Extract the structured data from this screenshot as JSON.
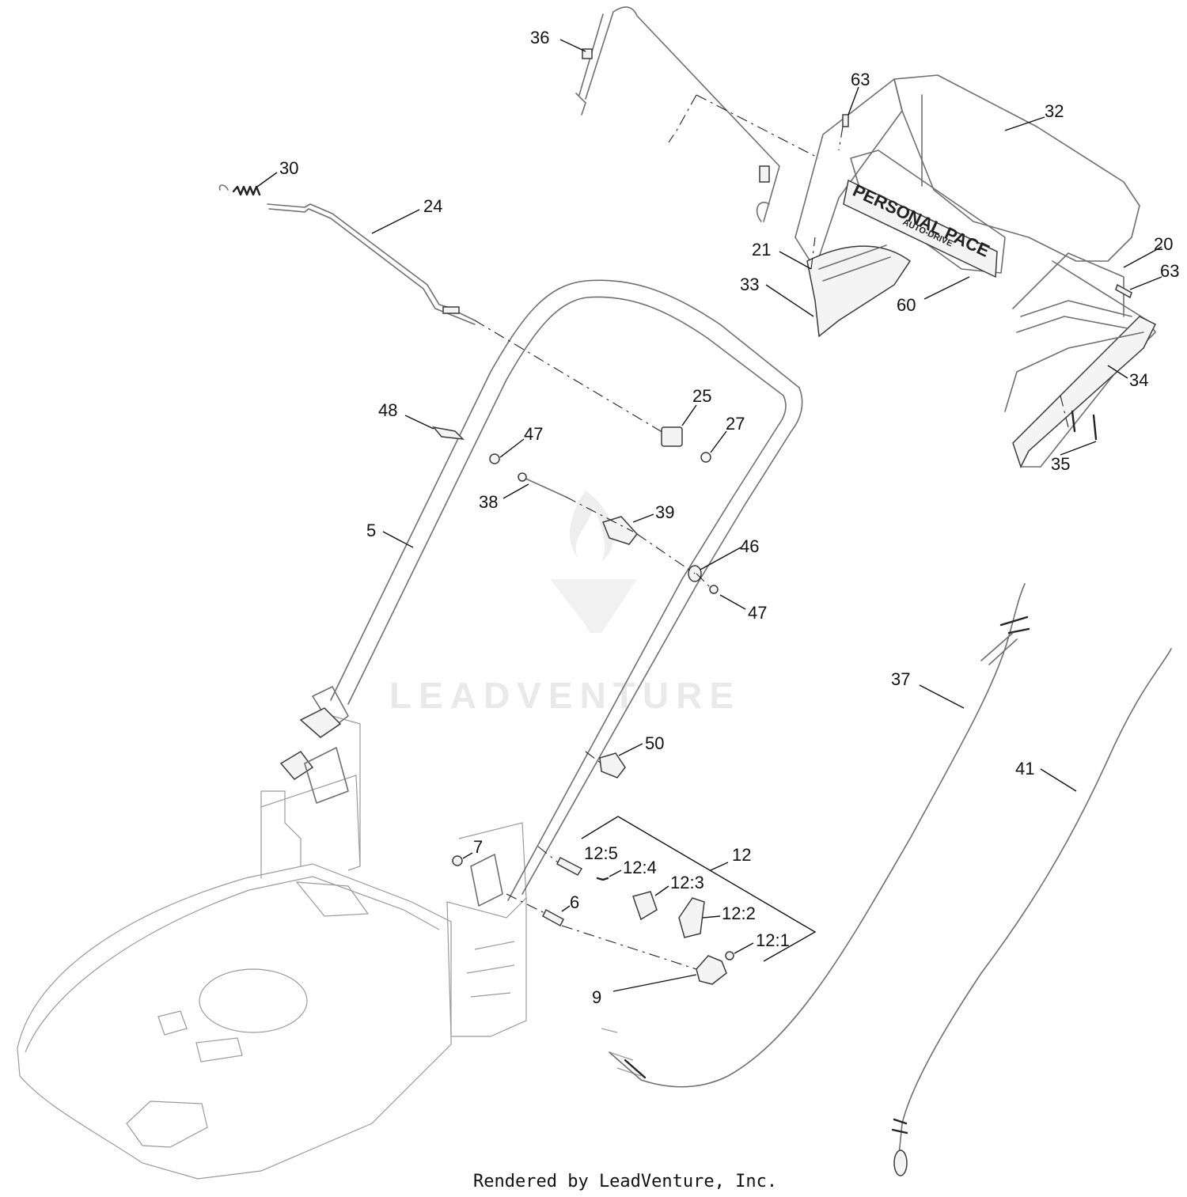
{
  "logo": {
    "line1": "PERSONAL PACE",
    "line2": "AUTO-DRIVE"
  },
  "watermark": "LEADVENTURE",
  "footer": "Rendered by LeadVenture, Inc.",
  "callouts": {
    "c36": "36",
    "c63a": "63",
    "c32": "32",
    "c30": "30",
    "c24": "24",
    "c21": "21",
    "c20": "20",
    "c63b": "63",
    "c33": "33",
    "c60": "60",
    "c34": "34",
    "c25": "25",
    "c48": "48",
    "c47a": "47",
    "c27": "27",
    "c35": "35",
    "c38": "38",
    "c39": "39",
    "c5": "5",
    "c46": "46",
    "c47b": "47",
    "c37": "37",
    "c50": "50",
    "c41": "41",
    "c12": "12",
    "c12_5": "12:5",
    "c7": "7",
    "c12_4": "12:4",
    "c12_3": "12:3",
    "c6": "6",
    "c12_2": "12:2",
    "c12_1": "12:1",
    "c9": "9"
  }
}
